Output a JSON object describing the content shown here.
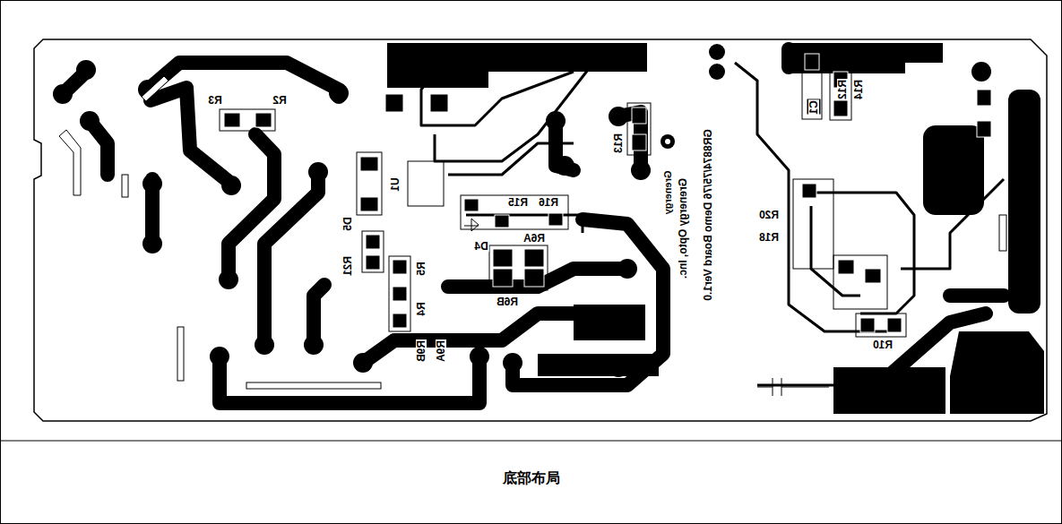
{
  "diagram": {
    "caption": "底部布局",
    "labels": [
      "R3",
      "R2",
      "U1",
      "D5",
      "R21",
      "R5",
      "R4",
      "R9B",
      "R9A",
      "R16",
      "R15",
      "D4",
      "R6A",
      "R6B",
      "R13",
      "Grenergy",
      "Grenergy Opto, Inc.",
      "GR8874/75/76 Demo Board Ver1.0",
      "R20",
      "R18",
      "C1",
      "R12",
      "R14",
      "R10"
    ]
  }
}
